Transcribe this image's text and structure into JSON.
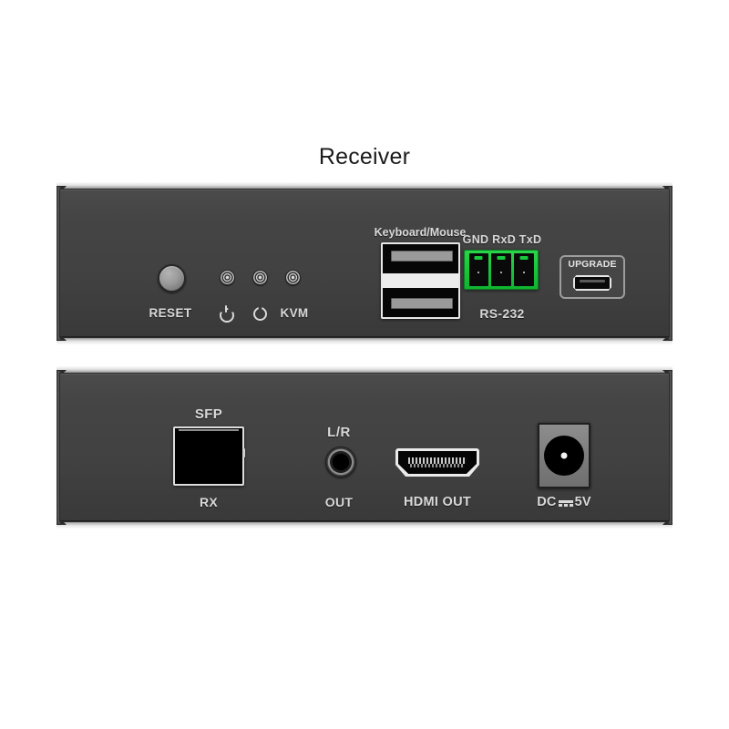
{
  "device": {
    "title": "Receiver",
    "body_color": "#434343",
    "bezel_color": "#e8e8e8",
    "accent_green": "#19c63b"
  },
  "front_panel": {
    "name": "front-panel",
    "reset": {
      "label": "RESET",
      "icon": "reset-button-icon"
    },
    "leds": [
      {
        "icon": "power-icon",
        "label": ""
      },
      {
        "icon": "link-icon",
        "label": ""
      },
      {
        "icon": "kvm-led-icon",
        "label": "KVM"
      }
    ],
    "usb": {
      "title": "Keyboard/Mouse",
      "icon": "usb-dual-port-icon",
      "ports": 2
    },
    "rs232": {
      "pin_labels": "GND RxD TxD",
      "label": "RS-232",
      "icon": "phoenix-terminal-icon",
      "pins": [
        "GND",
        "RxD",
        "TxD"
      ],
      "color": "#19c63b"
    },
    "upgrade": {
      "label": "UPGRADE",
      "icon": "micro-usb-icon"
    }
  },
  "back_panel": {
    "name": "back-panel",
    "sfp": {
      "title": "SFP",
      "sublabel": "RX",
      "icon": "sfp-cage-icon"
    },
    "audio": {
      "title": "L/R",
      "sublabel": "OUT",
      "icon": "audio-jack-icon"
    },
    "hdmi": {
      "label": "HDMI OUT",
      "icon": "hdmi-port-icon"
    },
    "power": {
      "prefix": "DC",
      "suffix": "5V",
      "symbol": "dc-symbol",
      "icon": "dc-barrel-jack-icon"
    }
  }
}
